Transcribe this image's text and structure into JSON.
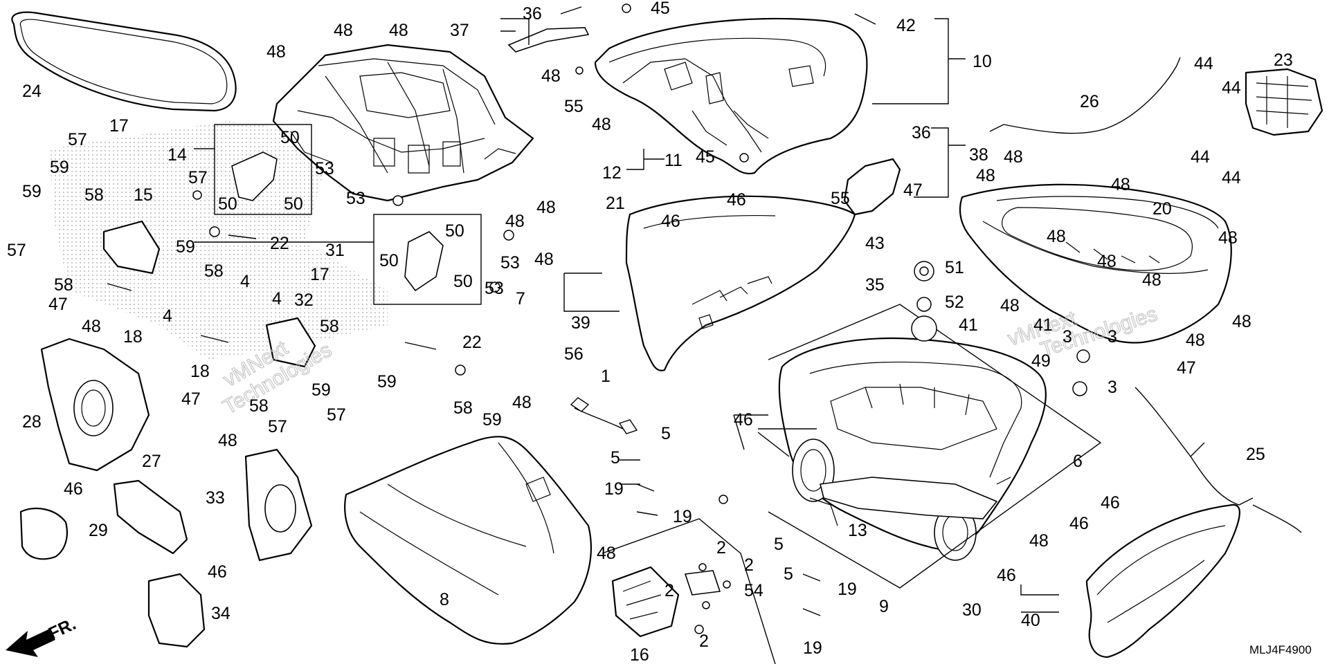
{
  "diagram_code": "MLJ4F4900",
  "front_marker": "FR.",
  "watermark": [
    "vMNext",
    "Technologies"
  ],
  "callouts": [
    {
      "id": "c24",
      "label": "24"
    },
    {
      "id": "c17a",
      "label": "17"
    },
    {
      "id": "c57a",
      "label": "57"
    },
    {
      "id": "c59a",
      "label": "59"
    },
    {
      "id": "c58a",
      "label": "58"
    },
    {
      "id": "c15",
      "label": "15"
    },
    {
      "id": "c59b",
      "label": "59"
    },
    {
      "id": "c57b",
      "label": "57"
    },
    {
      "id": "c58b",
      "label": "58"
    },
    {
      "id": "c47a",
      "label": "47"
    },
    {
      "id": "c18a",
      "label": "18"
    },
    {
      "id": "c4a",
      "label": "4"
    },
    {
      "id": "c14",
      "label": "14"
    },
    {
      "id": "c50a",
      "label": "50"
    },
    {
      "id": "c50b",
      "label": "50"
    },
    {
      "id": "c50c",
      "label": "50"
    },
    {
      "id": "c57c",
      "label": "57"
    },
    {
      "id": "c59c",
      "label": "59"
    },
    {
      "id": "c58c",
      "label": "58"
    },
    {
      "id": "c22a",
      "label": "22"
    },
    {
      "id": "c17b",
      "label": "17"
    },
    {
      "id": "c4b",
      "label": "4"
    },
    {
      "id": "c4c",
      "label": "4"
    },
    {
      "id": "c32",
      "label": "32"
    },
    {
      "id": "c48a",
      "label": "48"
    },
    {
      "id": "c48b",
      "label": "48"
    },
    {
      "id": "c48c",
      "label": "48"
    },
    {
      "id": "c37",
      "label": "37"
    },
    {
      "id": "c36a",
      "label": "36"
    },
    {
      "id": "c45a",
      "label": "45"
    },
    {
      "id": "c48d",
      "label": "48"
    },
    {
      "id": "c55a",
      "label": "55"
    },
    {
      "id": "c48e",
      "label": "48"
    },
    {
      "id": "c42",
      "label": "42"
    },
    {
      "id": "c10",
      "label": "10"
    },
    {
      "id": "c53a",
      "label": "53"
    },
    {
      "id": "c53b",
      "label": "53"
    },
    {
      "id": "c45b",
      "label": "45"
    },
    {
      "id": "c12",
      "label": "12"
    },
    {
      "id": "c11",
      "label": "11"
    },
    {
      "id": "c31",
      "label": "31"
    },
    {
      "id": "c50d",
      "label": "50"
    },
    {
      "id": "c50e",
      "label": "50"
    },
    {
      "id": "c50f",
      "label": "50"
    },
    {
      "id": "c48f",
      "label": "48"
    },
    {
      "id": "c48g",
      "label": "48"
    },
    {
      "id": "c53c",
      "label": "53"
    },
    {
      "id": "c53d",
      "label": "53"
    },
    {
      "id": "c21",
      "label": "21"
    },
    {
      "id": "c48h",
      "label": "48"
    },
    {
      "id": "c46a",
      "label": "46"
    },
    {
      "id": "c46b",
      "label": "46"
    },
    {
      "id": "c7",
      "label": "7"
    },
    {
      "id": "c39",
      "label": "39"
    },
    {
      "id": "c36b",
      "label": "36"
    },
    {
      "id": "c38",
      "label": "38"
    },
    {
      "id": "c55b",
      "label": "55"
    },
    {
      "id": "c26",
      "label": "26"
    },
    {
      "id": "c48i",
      "label": "48"
    },
    {
      "id": "c48j",
      "label": "48"
    },
    {
      "id": "c48k",
      "label": "48"
    },
    {
      "id": "c44a",
      "label": "44"
    },
    {
      "id": "c44b",
      "label": "44"
    },
    {
      "id": "c44c",
      "label": "44"
    },
    {
      "id": "c44d",
      "label": "44"
    },
    {
      "id": "c23",
      "label": "23"
    },
    {
      "id": "c47b",
      "label": "47"
    },
    {
      "id": "c20",
      "label": "20"
    },
    {
      "id": "c43",
      "label": "43"
    },
    {
      "id": "c51",
      "label": "51"
    },
    {
      "id": "c35",
      "label": "35"
    },
    {
      "id": "c52",
      "label": "52"
    },
    {
      "id": "c41a",
      "label": "41"
    },
    {
      "id": "c48l",
      "label": "48"
    },
    {
      "id": "c48m",
      "label": "48"
    },
    {
      "id": "c48n",
      "label": "48"
    },
    {
      "id": "c48o",
      "label": "48"
    },
    {
      "id": "c48p",
      "label": "48"
    },
    {
      "id": "c48q",
      "label": "48"
    },
    {
      "id": "c3a",
      "label": "3"
    },
    {
      "id": "c3b",
      "label": "3"
    },
    {
      "id": "c3c",
      "label": "3"
    },
    {
      "id": "c41b",
      "label": "41"
    },
    {
      "id": "c49",
      "label": "49"
    },
    {
      "id": "c47c",
      "label": "47"
    },
    {
      "id": "c48r",
      "label": "48"
    },
    {
      "id": "c58d",
      "label": "58"
    },
    {
      "id": "c22b",
      "label": "22"
    },
    {
      "id": "c18b",
      "label": "18"
    },
    {
      "id": "c47d",
      "label": "47"
    },
    {
      "id": "c58e",
      "label": "58"
    },
    {
      "id": "c59d",
      "label": "59"
    },
    {
      "id": "c59e",
      "label": "59"
    },
    {
      "id": "c57d",
      "label": "57"
    },
    {
      "id": "c57e",
      "label": "57"
    },
    {
      "id": "c58f",
      "label": "58"
    },
    {
      "id": "c59f",
      "label": "59"
    },
    {
      "id": "c28",
      "label": "28"
    },
    {
      "id": "c48s",
      "label": "48"
    },
    {
      "id": "c56",
      "label": "56"
    },
    {
      "id": "c1",
      "label": "1"
    },
    {
      "id": "c48t",
      "label": "48"
    },
    {
      "id": "c46c",
      "label": "46"
    },
    {
      "id": "c27",
      "label": "27"
    },
    {
      "id": "c46d",
      "label": "46"
    },
    {
      "id": "c29",
      "label": "29"
    },
    {
      "id": "c48u",
      "label": "48"
    },
    {
      "id": "c33",
      "label": "33"
    },
    {
      "id": "c46e",
      "label": "46"
    },
    {
      "id": "c34",
      "label": "34"
    },
    {
      "id": "c8",
      "label": "8"
    },
    {
      "id": "c48v",
      "label": "48"
    },
    {
      "id": "c5a",
      "label": "5"
    },
    {
      "id": "c5b",
      "label": "5"
    },
    {
      "id": "c19a",
      "label": "19"
    },
    {
      "id": "c19b",
      "label": "19"
    },
    {
      "id": "c2a",
      "label": "2"
    },
    {
      "id": "c2b",
      "label": "2"
    },
    {
      "id": "c2c",
      "label": "2"
    },
    {
      "id": "c2d",
      "label": "2"
    },
    {
      "id": "c54",
      "label": "54"
    },
    {
      "id": "c16",
      "label": "16"
    },
    {
      "id": "c6",
      "label": "6"
    },
    {
      "id": "c13",
      "label": "13"
    },
    {
      "id": "c9",
      "label": "9"
    },
    {
      "id": "c5c",
      "label": "5"
    },
    {
      "id": "c5d",
      "label": "5"
    },
    {
      "id": "c19c",
      "label": "19"
    },
    {
      "id": "c19d",
      "label": "19"
    },
    {
      "id": "c48w",
      "label": "48"
    },
    {
      "id": "c46f",
      "label": "46"
    },
    {
      "id": "c25",
      "label": "25"
    },
    {
      "id": "c46g",
      "label": "46"
    },
    {
      "id": "c46h",
      "label": "46"
    },
    {
      "id": "c30",
      "label": "30"
    },
    {
      "id": "c40",
      "label": "40"
    }
  ]
}
